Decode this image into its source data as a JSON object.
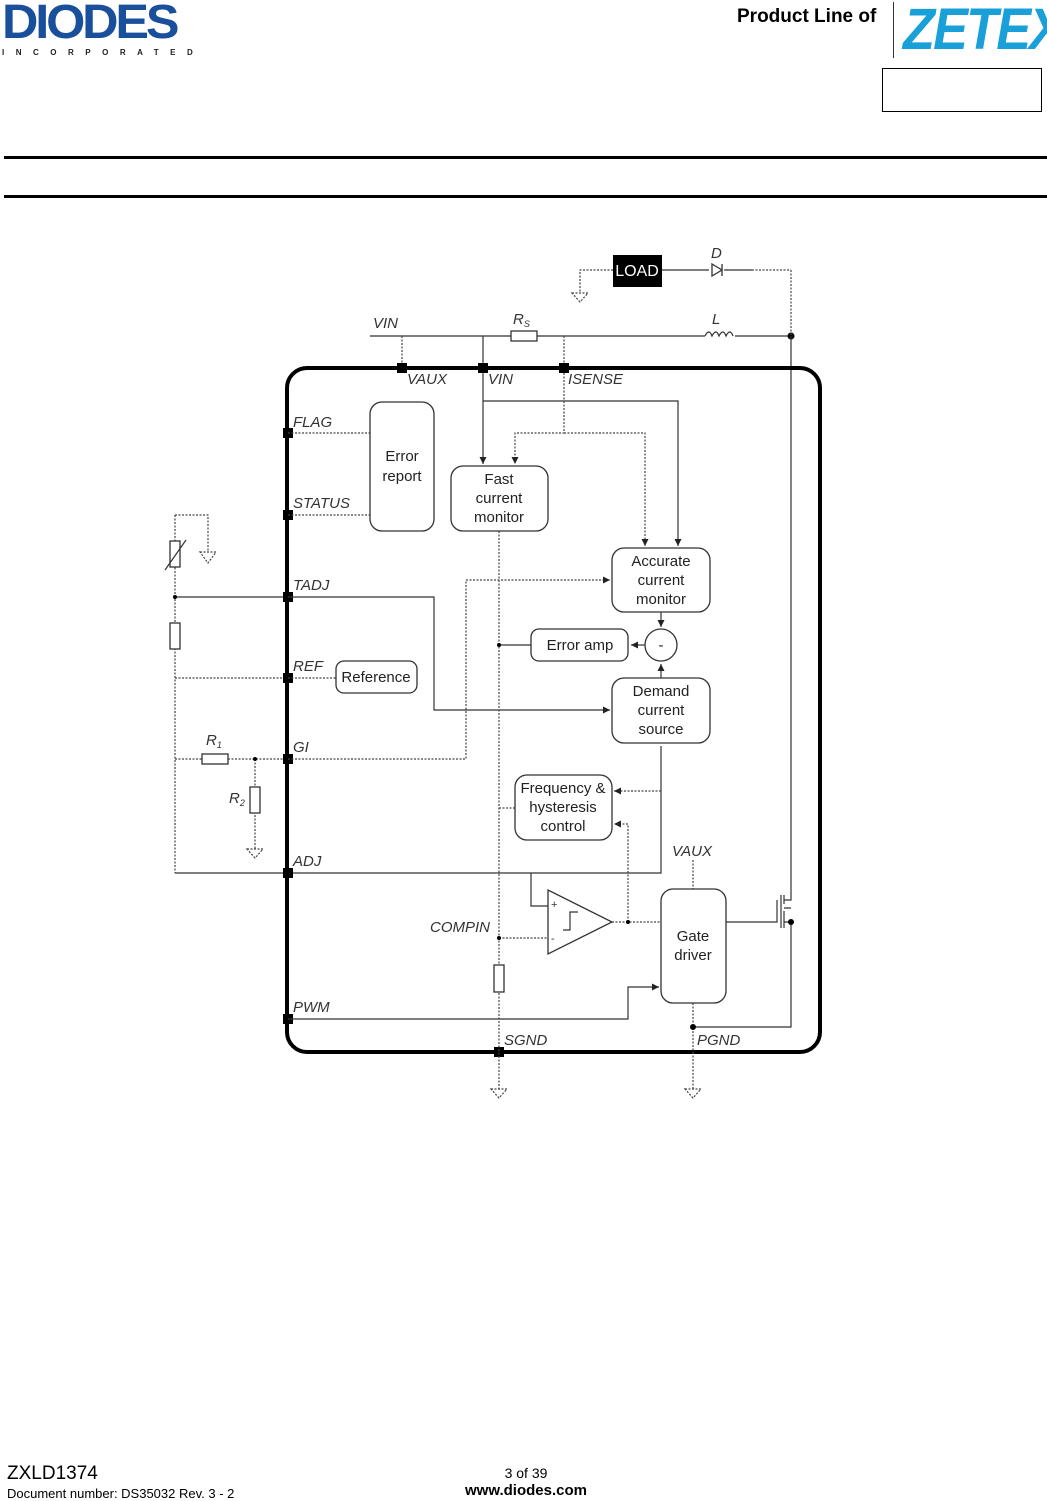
{
  "header": {
    "logo_left": "DIODES",
    "logo_left_sub": "INCORPORATED",
    "product_line": "Product Line of",
    "logo_right": "ZETEX",
    "colors": {
      "diodes_blue": "#1a4f9c",
      "zetex_cyan": "#1aa0d8"
    }
  },
  "diagram": {
    "external": {
      "load": "LOAD",
      "diode": "D",
      "vin": "VIN",
      "rs": "R",
      "rs_sub": "S",
      "inductor": "L",
      "r1": "R",
      "r1_sub": "1",
      "r2": "R",
      "r2_sub": "2"
    },
    "pins": {
      "vaux_top": "VAUX",
      "vin": "VIN",
      "isense": "ISENSE",
      "flag": "FLAG",
      "status": "STATUS",
      "tadj": "TADJ",
      "ref": "REF",
      "gi": "GI",
      "adj": "ADJ",
      "compin": "COMPIN",
      "pwm": "PWM",
      "sgnd": "SGND",
      "pgnd": "PGND",
      "vaux_gate": "VAUX"
    },
    "blocks": {
      "error_report": [
        "Error",
        "report"
      ],
      "fast_monitor": [
        "Fast",
        "current",
        "monitor"
      ],
      "accurate_monitor": [
        "Accurate",
        "current",
        "monitor"
      ],
      "error_amp": "Error amp",
      "summer": "-",
      "reference": "Reference",
      "demand_source": [
        "Demand",
        "current",
        "source"
      ],
      "freq_control": [
        "Frequency &",
        "hysteresis",
        "control"
      ],
      "gate_driver": [
        "Gate",
        "driver"
      ],
      "comp_plus": "+",
      "comp_minus": "-"
    }
  },
  "footer": {
    "part": "ZXLD1374",
    "doc_number": "Document number: DS35032 Rev. 3 - 2",
    "page": "3 of 39",
    "website": "www.diodes.com"
  }
}
